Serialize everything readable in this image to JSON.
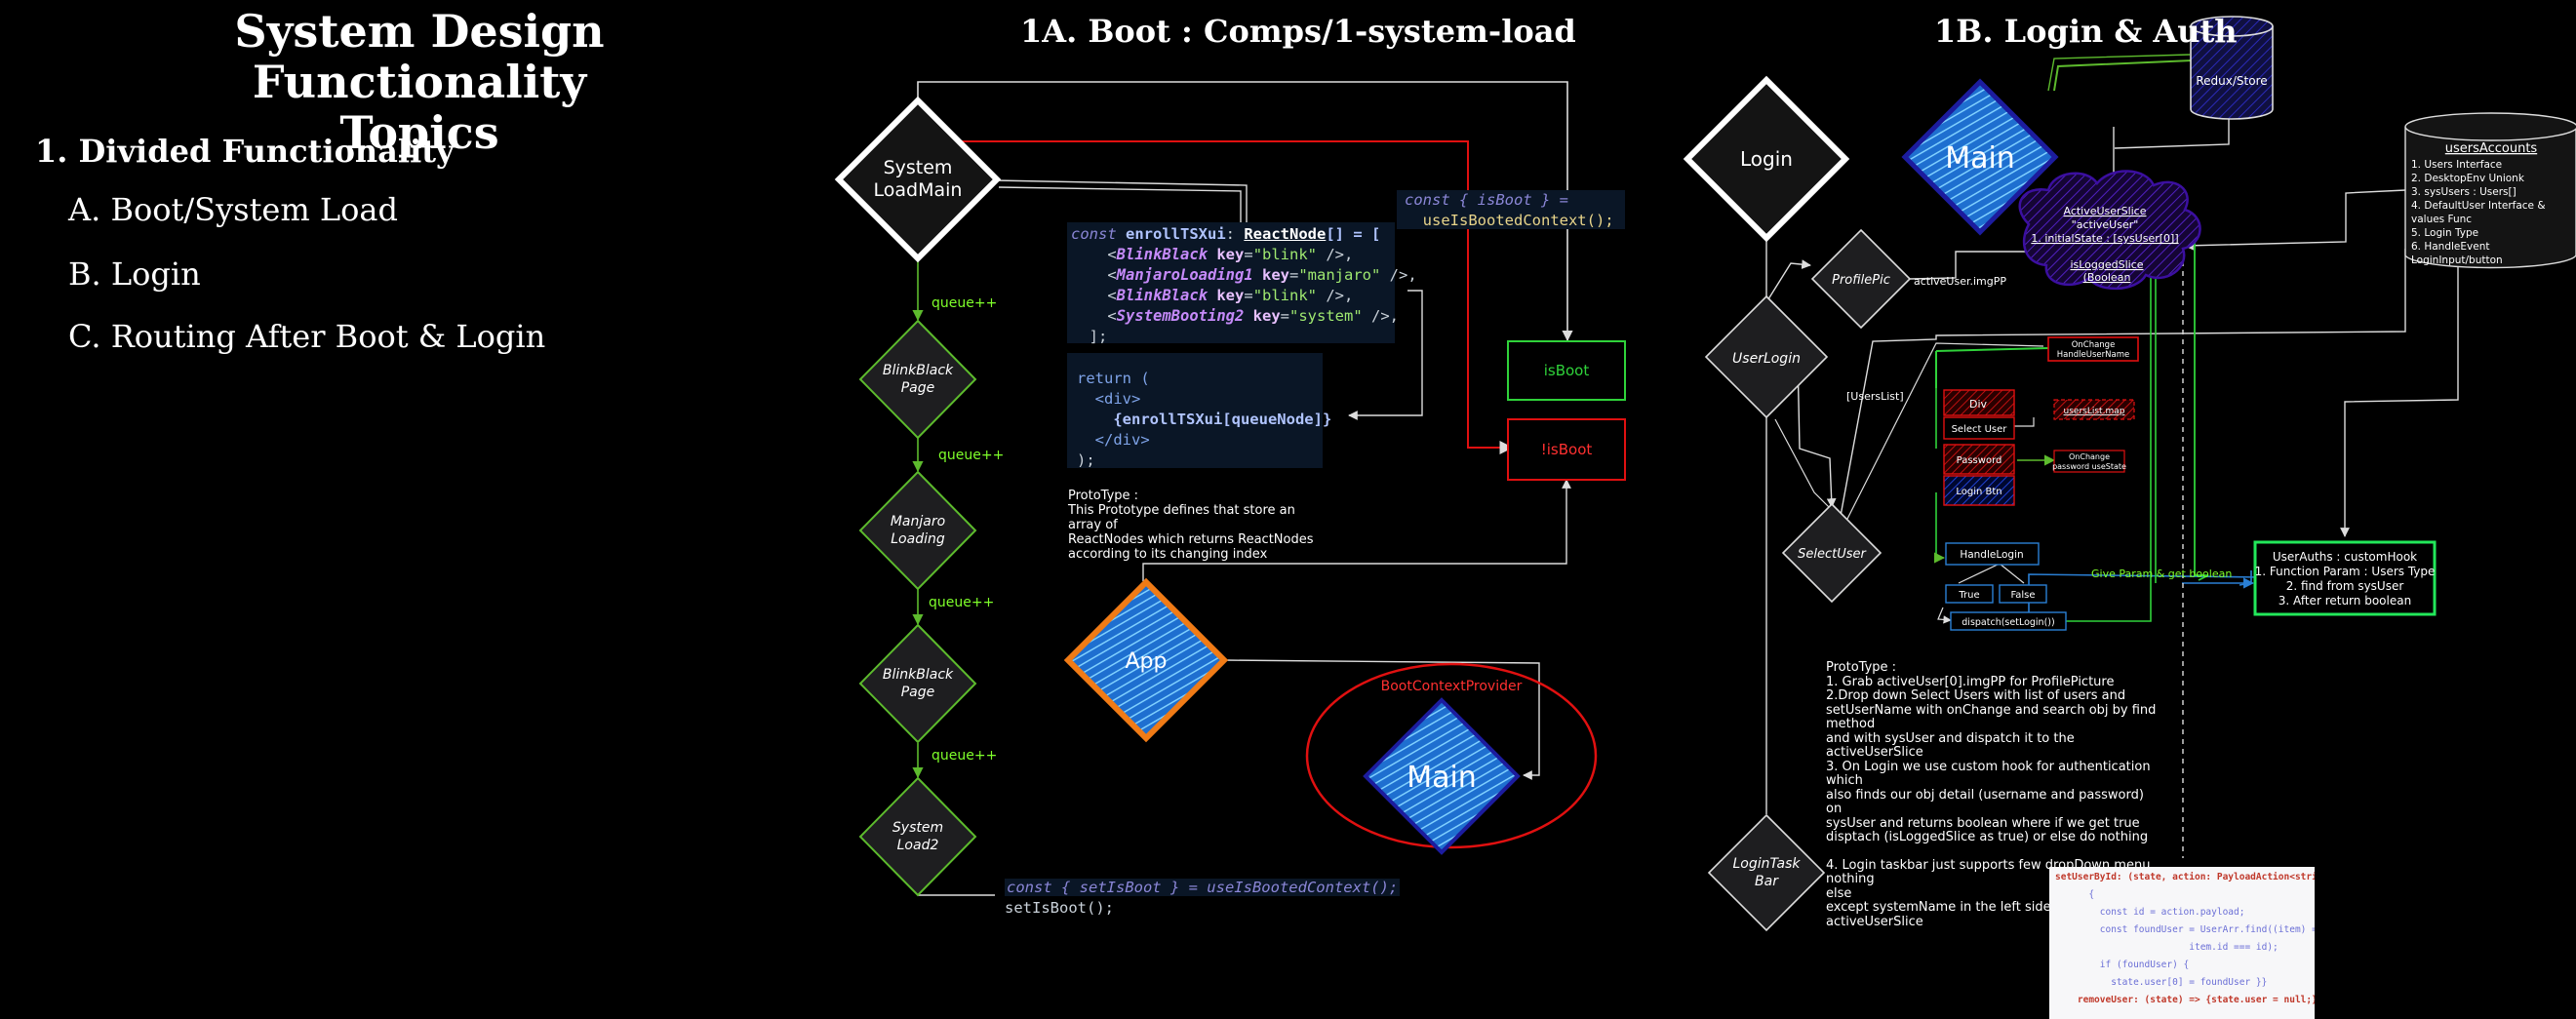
{
  "left": {
    "title_line1": "System Design Functionality",
    "title_line2": "Topics",
    "section": "1. Divided Functionality",
    "items": [
      "A. Boot/System Load",
      "B. Login",
      "C. Routing After Boot & Login"
    ]
  },
  "boot": {
    "title": "1A. Boot : Comps/1-system-load",
    "system_load_main": [
      "System",
      "LoadMain"
    ],
    "diamonds": [
      {
        "lines": [
          "BlinkBlack",
          "Page"
        ]
      },
      {
        "lines": [
          "Manjaro",
          "Loading"
        ]
      },
      {
        "lines": [
          "BlinkBlack",
          "Page"
        ]
      },
      {
        "lines": [
          "System",
          "Load2"
        ]
      }
    ],
    "queue_label": "queue++",
    "code_enroll": {
      "line1_kw": "const",
      "line1_name": "enrollTSXui",
      "line1_type": "ReactNode",
      "line1_rest": "[] = [",
      "rows": [
        {
          "tag": "BlinkBlack",
          "key": "\"blink\""
        },
        {
          "tag": "ManjaroLoading1",
          "key": "\"manjaro\""
        },
        {
          "tag": "BlinkBlack",
          "key": "\"blink\""
        },
        {
          "tag": "SystemBooting2",
          "key": "\"system\""
        }
      ],
      "end": "];"
    },
    "code_return": {
      "l1": "return (",
      "l2": "<div>",
      "l3": "{enrollTSXui[queueNode]}",
      "l4": "</div>",
      "l5": ");"
    },
    "code_isboot": {
      "l1": "const { isBoot } =",
      "l2": "useIsBootedContext();"
    },
    "code_setboot": {
      "l1": "const { setIsBoot } = useIsBootedContext();",
      "l2": "setIsBoot();"
    },
    "prototype_title": "ProtoType :",
    "prototype_text": [
      "This Prototype defines that store an array of",
      "ReactNodes which returns ReactNodes",
      "according to its changing index"
    ],
    "is_boot": "isBoot",
    "not_is_boot": "!isBoot",
    "app": "App",
    "provider": "BootContextProvider",
    "main": "Main"
  },
  "login": {
    "title": "1B. Login & Auth",
    "login": "Login",
    "main": "Main",
    "redux": "Redux/Store",
    "accounts_title": "usersAccounts",
    "accounts_items": [
      "1. Users Interface",
      "2. DesktopEnv Unionk",
      "3. sysUsers : Users[]",
      "4. DefaultUser Interface &",
      "   values Func",
      "5. Login Type",
      "6. HandleEvent",
      "   LoginInput/button"
    ],
    "slice_lines": [
      "ActiveUserSlice",
      "\"activeUser\"",
      "1. initialState : [sysUser[0]]",
      "",
      "isLoggedSlice",
      "(Boolean"
    ],
    "profile_pic": "ProfilePic",
    "active_user_img": "activeUser.imgPP",
    "user_login": "UserLogin",
    "users_list": "[UsersList]",
    "select_user": "SelectUser",
    "login_taskbar": [
      "LoginTask",
      "Bar"
    ],
    "onchange_handle": [
      "OnChange",
      "HandleUserName"
    ],
    "div": "Div",
    "select_user_box": "Select User",
    "users_list_map": "usersList.map",
    "password": "Password",
    "onchange_pw": [
      "OnChange",
      "password useState"
    ],
    "login_btn": "Login Btn",
    "handle_login": "HandleLogin",
    "true_label": "True",
    "false_label": "False",
    "dispatch": "dispatch(setLogin())",
    "give_param": "Give Param & get boolean",
    "user_auth": [
      "UserAuths : customHook",
      "1. Function Param : Users Type",
      "2. find from sysUser",
      "3. After return boolean"
    ],
    "prototype_title": "ProtoType :",
    "prototype_text": [
      "1. Grab activeUser[0].imgPP for ProfilePicture",
      "2.Drop down Select Users with list of users and",
      "setUserName with onChange and search obj by find method",
      "and with sysUser and dispatch it to the activeUserSlice",
      "3. On Login we use custom hook for authentication which",
      "also finds our obj detail (username and password) on",
      "sysUser and returns boolean where if we get true",
      "disptach (isLoggedSlice as true) or else do nothing",
      "",
      "4. Login taskbar just supports few dropDown menu nothing",
      "else",
      "except systemName in the left side of activeUserSlice"
    ],
    "code_card": [
      "setUserById: (state, action: PayloadAction<string>) =>",
      "      {",
      "        const id = action.payload;",
      "        const foundUser = UserArr.find((item) =>",
      "                        item.id === id);",
      "        if (foundUser) {",
      "          state.user[0] = foundUser }}",
      "    removeUser: (state) => {state.user = null;},"
    ]
  },
  "colors": {
    "green": "#5dbb2d",
    "bright_green": "#22e85a",
    "red": "#e01010",
    "orange": "#f07b16",
    "blue": "#2a7fd4",
    "navy": "#1c1c9e",
    "purple": "#3b0fa0"
  }
}
